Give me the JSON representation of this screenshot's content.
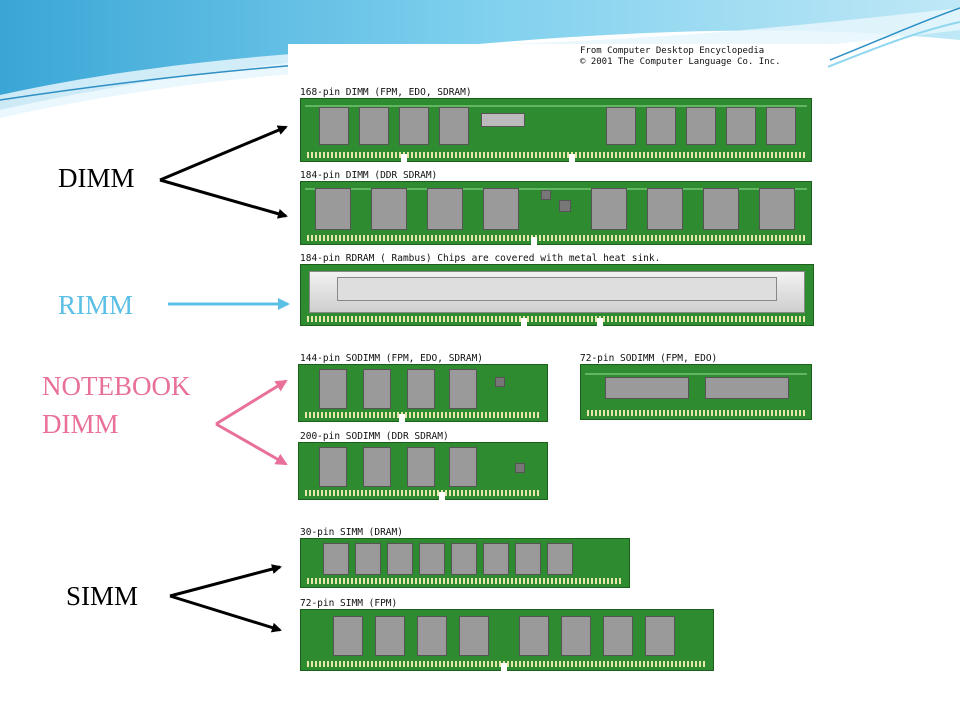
{
  "credit": {
    "line1": "From Computer Desktop Encyclopedia",
    "line2": "© 2001 The Computer Language Co. Inc."
  },
  "modules": {
    "dimm168": "168-pin DIMM (FPM, EDO, SDRAM)",
    "dimm184": "184-pin DIMM (DDR SDRAM)",
    "rdram184": "184-pin RDRAM ( Rambus)  Chips are covered with metal heat sink.",
    "sodimm144": "144-pin SODIMM (FPM, EDO, SDRAM)",
    "sodimm72": "72-pin SODIMM (FPM, EDO)",
    "sodimm200": "200-pin SODIMM (DDR SDRAM)",
    "simm30": "30-pin SIMM (DRAM)",
    "simm72": "72-pin SIMM (FPM)"
  },
  "side_labels": {
    "dimm": "DIMM",
    "rimm": "RIMM",
    "notebook_line1": "NOTEBOOK",
    "notebook_line2": "DIMM",
    "simm": "SIMM"
  },
  "colors": {
    "dimm": "#000000",
    "rimm": "#5bbfe6",
    "notebook": "#e8709a",
    "simm": "#000000",
    "pcb": "#2f8b2f"
  }
}
